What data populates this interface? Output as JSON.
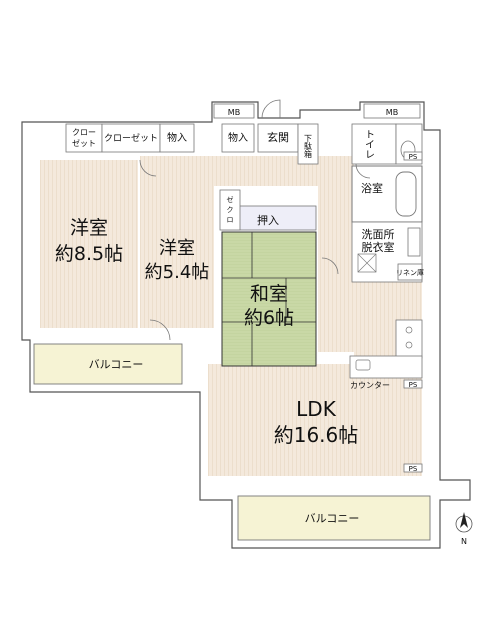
{
  "rooms": {
    "western1_name": "洋室",
    "western1_size": "約8.5帖",
    "western2_name": "洋室",
    "western2_size": "約5.4帖",
    "japanese_name": "和室",
    "japanese_size": "約6帖",
    "ldk_name": "LDK",
    "ldk_size": "約16.6帖"
  },
  "labels": {
    "closet1_line1": "クロー",
    "closet1_line2": "ゼット",
    "closet2": "クローゼット",
    "oshiire1": "物入",
    "oshiire2": "物入",
    "genkan": "玄関",
    "getabako": "下駄箱",
    "toilet": "トイレ",
    "ps": "PS",
    "ps2": "PS",
    "ps3": "PS",
    "mb1": "MB",
    "mb2": "MB",
    "bathroom": "浴室",
    "washroom_line1": "洗面所",
    "washroom_line2": "脱衣室",
    "linen": "リネン庫",
    "counter": "カウンター",
    "closet3_line1": "ゼ",
    "closet3_line2": "ク",
    "closet3_line3": "ロ",
    "oshiire_jp": "押入",
    "balcony1": "バルコニー",
    "balcony2": "バルコニー",
    "compass": "N"
  }
}
